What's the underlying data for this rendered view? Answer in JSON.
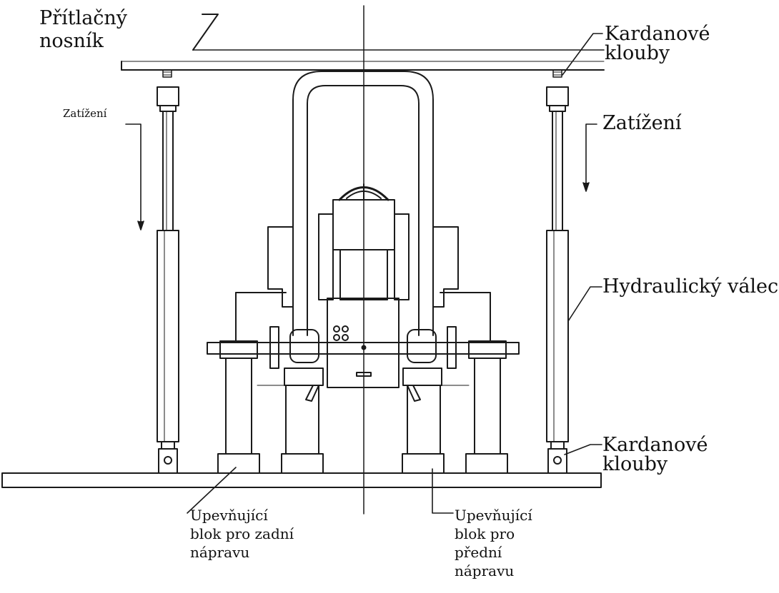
{
  "diagram": {
    "labels": {
      "pritlacny_nosnik": "Přítlačný\nnosník",
      "kardanove_klouby_top": "Kardanové klouby",
      "zatizeni_left": "Zatížení",
      "zatizeni_right": "Zatížení",
      "hydraulicky_valec": "Hydraulický válec",
      "kardanove_klouby_bottom": "Kardanové klouby",
      "blok_zadni": "Upevňující\nblok pro zadní\nnápravu",
      "blok_predni": "Upevňující\nblok pro\npřední\nnápravu"
    }
  }
}
